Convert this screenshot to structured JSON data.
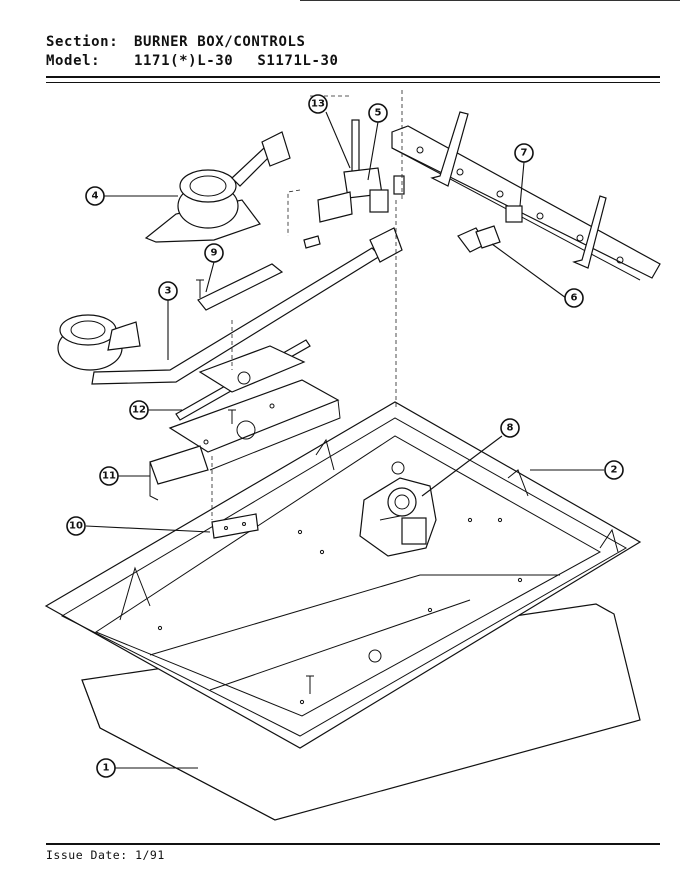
{
  "header": {
    "section_label": "Section:",
    "section_value": "BURNER BOX/CONTROLS",
    "model_label": "Model:",
    "model_values": [
      "1171(*)L-30",
      "S1171L-30"
    ]
  },
  "footer": {
    "issue_text": "Issue Date: 1/91"
  },
  "callouts": [
    "1",
    "2",
    "3",
    "4",
    "5",
    "6",
    "7",
    "8",
    "9",
    "10",
    "11",
    "12",
    "13"
  ]
}
